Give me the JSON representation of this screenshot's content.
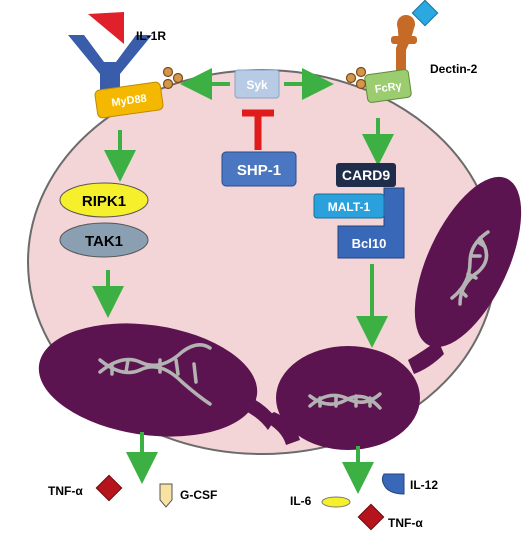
{
  "receptors": {
    "il1r": "IL-1R",
    "dectin2": "Dectin-2"
  },
  "adaptors": {
    "myd88": "MyD88",
    "syk": "Syk",
    "fcry": "FcRγ",
    "shp1": "SHP-1"
  },
  "left_pathway": {
    "ripk1": "RIPK1",
    "tak1": "TAK1"
  },
  "right_pathway": {
    "card9": "CARD9",
    "malt1": "MALT-1",
    "bcl10": "Bcl10"
  },
  "outputs_left": {
    "tnf": "TNF-α",
    "gcsf": "G-CSF"
  },
  "outputs_right": {
    "il6": "IL-6",
    "il12": "IL-12",
    "tnf": "TNF-α"
  },
  "colors": {
    "cell": "#f3d4d7",
    "cell_stroke": "#6b6b6b",
    "chromosome": "#5b1450",
    "dna": "#b3b3b3",
    "arrow": "#3cb043",
    "inhibit": "#e01b1b",
    "il1r": "#3a5dab",
    "il1_ligand": "#e0202a",
    "dectin2": "#c66a27",
    "dectin2_ligand": "#29a9e0",
    "myd88": "#f5b800",
    "fcry": "#9ccc70",
    "syk": "#b8cbe5",
    "shp1": "#4a76c2",
    "ripk1": "#f6ef2c",
    "tak1": "#8aa0b2",
    "card9": "#1f2d4a",
    "malt1": "#2aa0dc",
    "bcl10": "#3a68b8",
    "tnf": "#b5141c",
    "gcsf": "#f7e2a2",
    "il6": "#f6ef2c",
    "il12": "#3a68b8"
  },
  "icons": [
    "receptor-icon",
    "ligand-icon",
    "dna-helix-icon",
    "cytokine-icon"
  ]
}
